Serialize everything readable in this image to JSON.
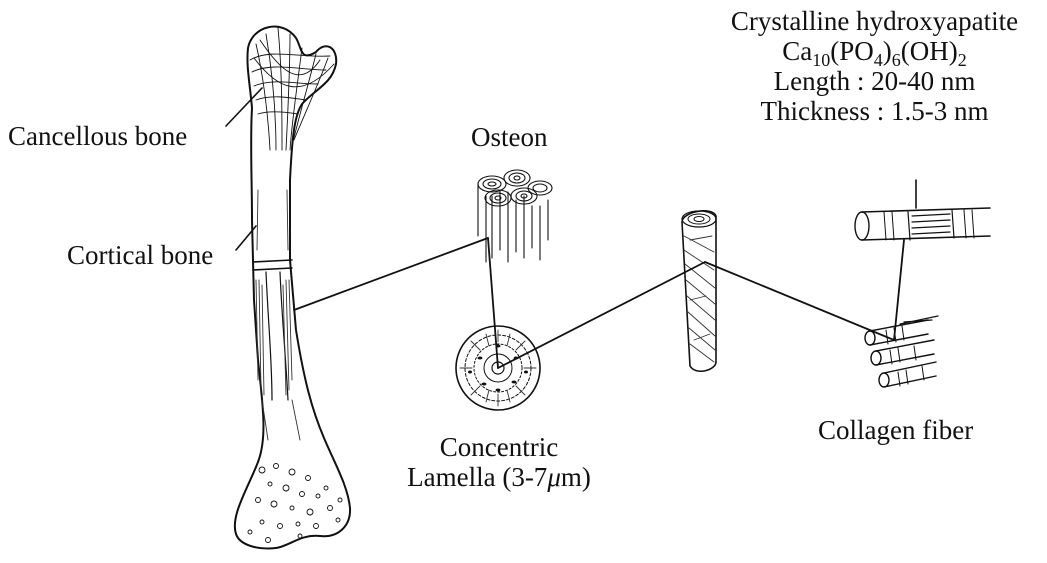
{
  "labels": {
    "cancellous_bone": "Cancellous bone",
    "cortical_bone": "Cortical bone",
    "osteon": "Osteon",
    "concentric_line1": "Concentric",
    "concentric_line2": "Lamella (3-7",
    "concentric_mu": "μ",
    "concentric_unit": "m)",
    "collagen_fiber": "Collagen fiber"
  },
  "hydroxyapatite": {
    "title": "Crystalline hydroxyapatite",
    "formula_parts": [
      "Ca",
      "10",
      "(PO",
      "4",
      ")",
      "6",
      "(OH)",
      "2"
    ],
    "length": "Length : 20-40 nm",
    "thickness": "Thickness : 1.5-3 nm"
  },
  "colors": {
    "ink": "#111111",
    "background": "#ffffff"
  }
}
